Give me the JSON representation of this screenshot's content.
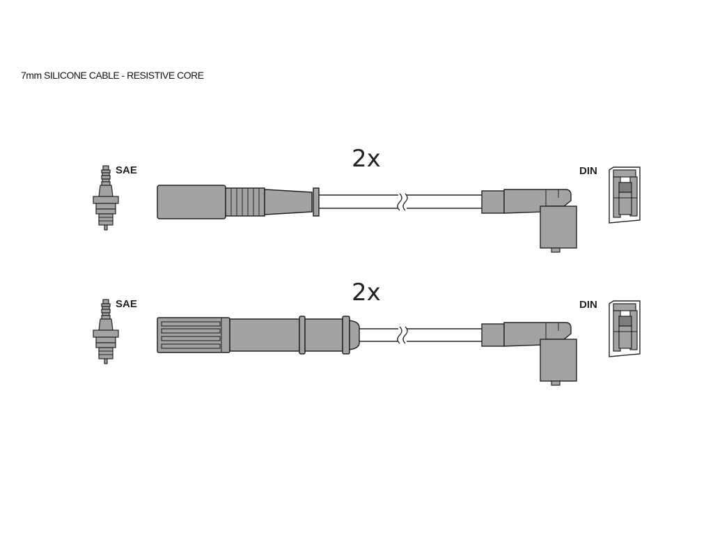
{
  "caption": "7mm SILICONE CABLE - RESISTIVE CORE",
  "cables": [
    {
      "quantity": "2x",
      "left_label": "SAE",
      "right_label": "DIN"
    },
    {
      "quantity": "2x",
      "left_label": "SAE",
      "right_label": "DIN"
    }
  ],
  "colors": {
    "fill": "#a3a3a3",
    "fill_dark": "#7d7d7d",
    "stroke": "#222222",
    "background": "#ffffff"
  }
}
